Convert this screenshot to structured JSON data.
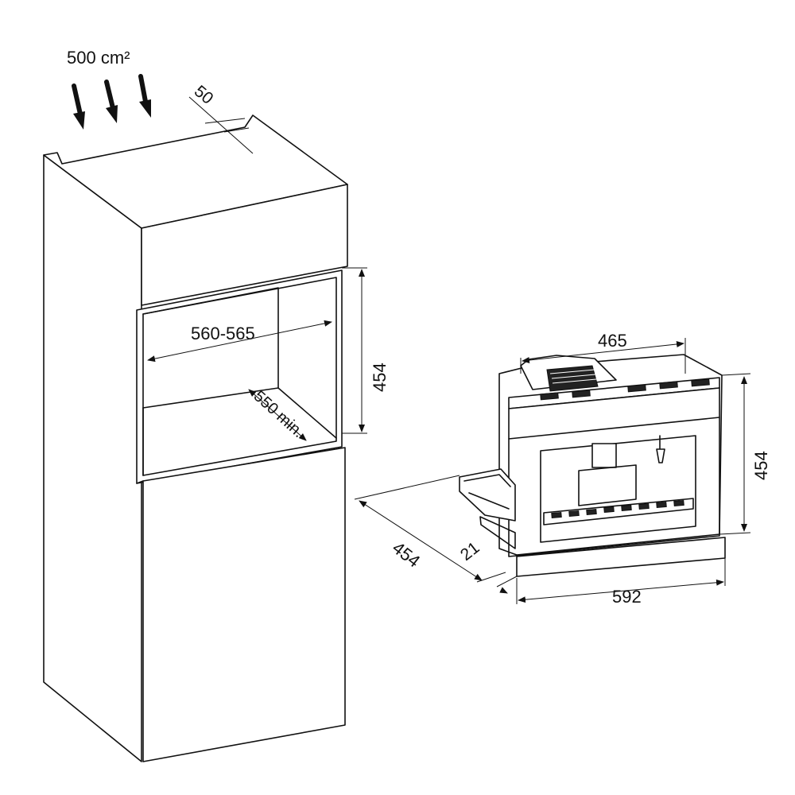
{
  "airflow": {
    "label": "500 cm²"
  },
  "dimensions": {
    "top_gap": "50",
    "niche_width": "560-565",
    "niche_height": "454",
    "niche_depth": "550 min.",
    "appliance_width_inner": "465",
    "appliance_height": "454",
    "appliance_depth": "454",
    "appliance_front_offset": "21",
    "appliance_width": "592"
  },
  "colors": {
    "line": "#111111",
    "background": "#ffffff"
  }
}
